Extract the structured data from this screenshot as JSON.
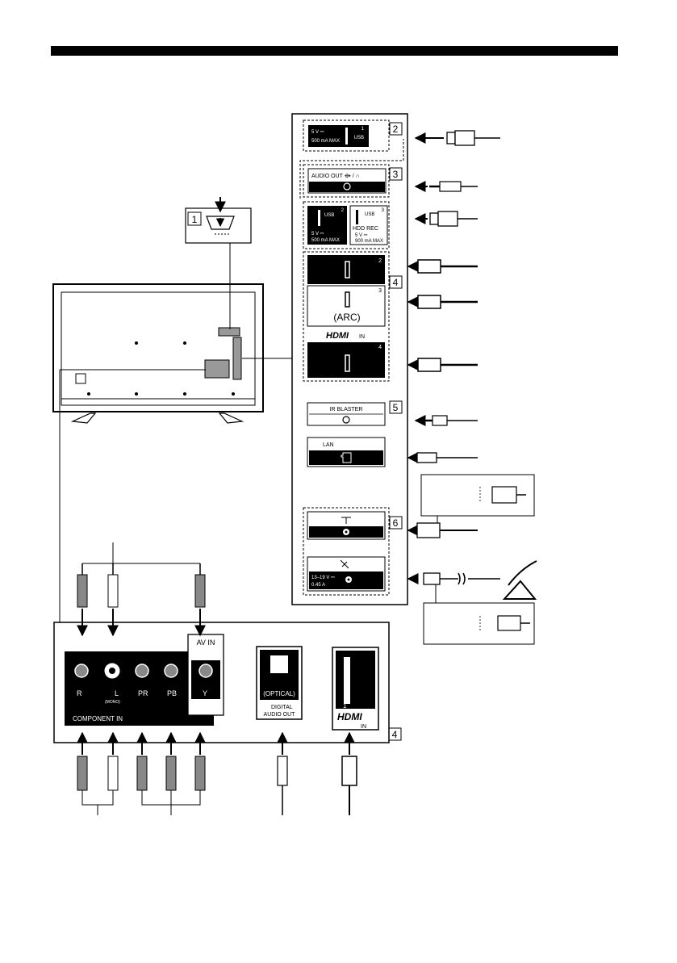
{
  "callouts": {
    "c1": "1",
    "c2": "2",
    "c3": "3",
    "c4": "4",
    "c5": "5",
    "c6": "6",
    "c4b": "4"
  },
  "usb_top": {
    "power": "5 V ⎓",
    "current": "500 mA MAX",
    "label": "USB",
    "port_num": "1"
  },
  "audio_out": {
    "label": "AUDIO OUT ⟴ / ∩"
  },
  "usb_pair": {
    "usb2_label": "USB",
    "usb2_num": "2",
    "usb2_power": "5 V ⎓",
    "usb2_current": "500 mA MAX",
    "usb3_label": "USB",
    "usb3_num": "3",
    "usb3_hdd": "HDD REC",
    "usb3_power": "5 V ⎓",
    "usb3_current": "900 mA MAX"
  },
  "hdmi_group": {
    "port2_num": "2",
    "port3_num": "3",
    "port3_arc": "(ARC)",
    "logo": "HDMI",
    "logo_in": "IN",
    "port4_num": "4"
  },
  "ir_blaster": {
    "label": "IR BLASTER"
  },
  "lan": {
    "label": "LAN"
  },
  "sat": {
    "power": "13–19 V ⎓",
    "current": "0.45 A"
  },
  "bottom_panel": {
    "av_in": "AV IN",
    "jack_r": "R",
    "jack_l": "L",
    "mono": "(MONO)",
    "jack_pr": "PR",
    "jack_pb": "PB",
    "jack_y": "Y",
    "component_in": "COMPONENT IN",
    "optical": "(OPTICAL)",
    "digital": "DIGITAL",
    "audio_out": "AUDIO OUT",
    "hdmi1_num": "1",
    "hdmi_logo": "HDMI",
    "hdmi_in": "IN"
  }
}
